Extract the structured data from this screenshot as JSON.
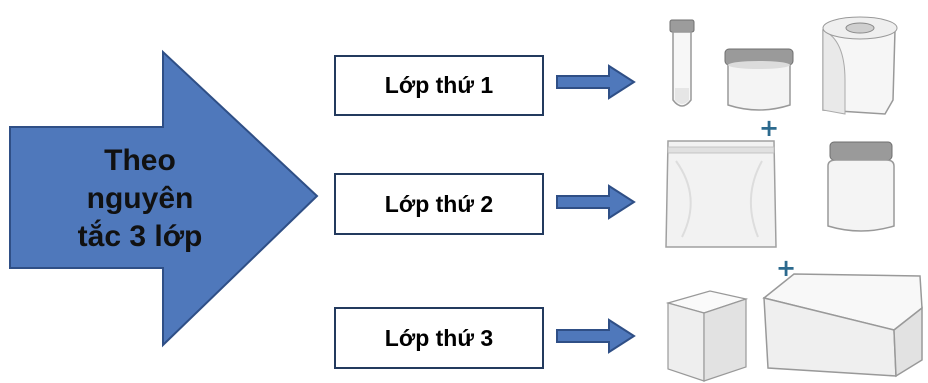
{
  "principle": {
    "lines": [
      "Theo",
      "nguyên",
      "tắc 3 lớp"
    ],
    "arrow_color": "#4a72b8",
    "arrow_border": "#31568f"
  },
  "layers": [
    {
      "label": "Lớp thứ 1",
      "items": [
        "test-tube",
        "small-jar",
        "paper-towel-roll"
      ]
    },
    {
      "label": "Lớp thứ 2",
      "items": [
        "zip-bag",
        "large-jar"
      ]
    },
    {
      "label": "Lớp thứ 3",
      "items": [
        "cardboard-box",
        "lidded-container"
      ]
    }
  ],
  "plus_signs": [
    "+",
    "+"
  ],
  "colors": {
    "arrow_fill": "#4f78bb",
    "box_border": "#233a5e",
    "plus": "#2c6a8e",
    "item_fill": "#f4f4f4",
    "item_outline": "#9a9a9a",
    "lid": "#8e8e8e"
  }
}
